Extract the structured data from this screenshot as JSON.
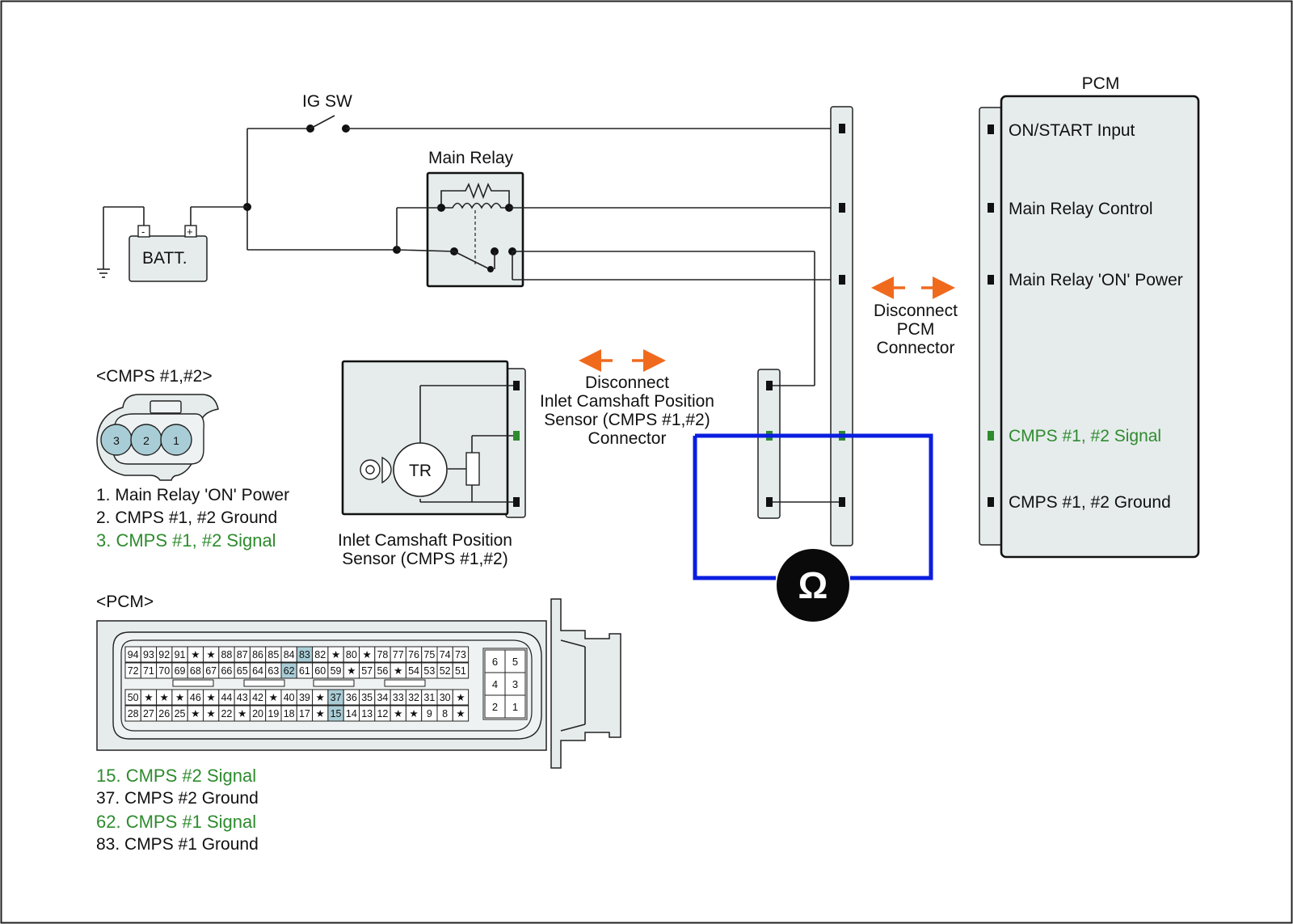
{
  "colors": {
    "background": "#ffffff",
    "panel": "#e6ecec",
    "line": "#222222",
    "signal_green": "#2e8b2e",
    "measure_blue": "#0a1ee0",
    "disconnect_orange": "#f06a1e",
    "pin_highlight": "#a9cdd6"
  },
  "labels": {
    "ig_sw": "IG SW",
    "main_relay": "Main Relay",
    "batt": "BATT.",
    "batt_minus": "-",
    "batt_plus": "+",
    "sensor_tr": "TR",
    "sensor_name": [
      "Inlet Camshaft Position",
      "Sensor (CMPS #1,#2)"
    ],
    "disconnect_sensor": [
      "Disconnect",
      "Inlet Camshaft Position",
      "Sensor (CMPS #1,#2)",
      "Connector"
    ],
    "disconnect_pcm": [
      "Disconnect",
      "PCM",
      "Connector"
    ],
    "ohm": "Ω",
    "pcm_title": "PCM"
  },
  "pcm_pins": [
    {
      "label": "ON/START Input",
      "highlight": false
    },
    {
      "label": "Main Relay Control",
      "highlight": false
    },
    {
      "label": "Main Relay 'ON' Power",
      "highlight": false
    },
    {
      "label": "CMPS #1, #2 Signal",
      "highlight": true
    },
    {
      "label": "CMPS #1, #2 Ground",
      "highlight": false
    }
  ],
  "cmps_connector": {
    "title": "<CMPS #1,#2>",
    "pins": [
      "3",
      "2",
      "1"
    ],
    "legend": [
      {
        "text": "1. Main Relay 'ON' Power",
        "highlight": false
      },
      {
        "text": "2. CMPS #1, #2 Ground",
        "highlight": false
      },
      {
        "text": "3. CMPS #1, #2 Signal",
        "highlight": true
      }
    ]
  },
  "pcm_connector": {
    "title": "<PCM>",
    "rows": [
      [
        "94",
        "93",
        "92",
        "91",
        "★",
        "★",
        "88",
        "87",
        "86",
        "85",
        "84",
        "83",
        "82",
        "★",
        "80",
        "★",
        "78",
        "77",
        "76",
        "75",
        "74",
        "73"
      ],
      [
        "72",
        "71",
        "70",
        "69",
        "68",
        "67",
        "66",
        "65",
        "64",
        "63",
        "62",
        "61",
        "60",
        "59",
        "★",
        "57",
        "56",
        "★",
        "54",
        "53",
        "52",
        "51"
      ],
      [
        "50",
        "★",
        "★",
        "★",
        "46",
        "★",
        "44",
        "43",
        "42",
        "★",
        "40",
        "39",
        "★",
        "37",
        "36",
        "35",
        "34",
        "33",
        "32",
        "31",
        "30",
        "★"
      ],
      [
        "28",
        "27",
        "26",
        "25",
        "★",
        "★",
        "22",
        "★",
        "20",
        "19",
        "18",
        "17",
        "★",
        "15",
        "14",
        "13",
        "12",
        "★",
        "★",
        "9",
        "8",
        "★"
      ]
    ],
    "highlighted": [
      "83",
      "62",
      "37",
      "15"
    ],
    "side_block": [
      "6",
      "5",
      "4",
      "3",
      "2",
      "1"
    ],
    "legend": [
      {
        "text": "15. CMPS #2 Signal",
        "highlight": true
      },
      {
        "text": "37. CMPS #2 Ground",
        "highlight": false
      },
      {
        "text": "62. CMPS #1 Signal",
        "highlight": true
      },
      {
        "text": "83. CMPS #1 Ground",
        "highlight": false
      }
    ]
  }
}
